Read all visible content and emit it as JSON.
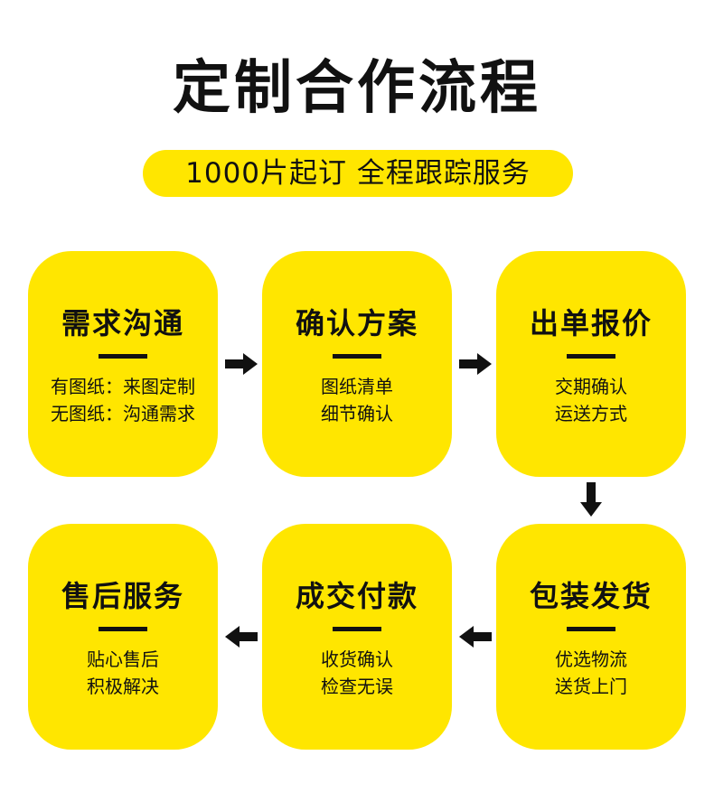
{
  "title": "定制合作流程",
  "subtitle": "1000片起订  全程跟踪服务",
  "colors": {
    "accent": "#ffe600",
    "text": "#111111"
  },
  "steps": [
    {
      "title": "需求沟通",
      "lines": [
        "有图纸：来图定制",
        "无图纸：沟通需求"
      ]
    },
    {
      "title": "确认方案",
      "lines": [
        "图纸清单",
        "细节确认"
      ]
    },
    {
      "title": "出单报价",
      "lines": [
        "交期确认",
        "运送方式"
      ]
    },
    {
      "title": "包装发货",
      "lines": [
        "优选物流",
        "送货上门"
      ]
    },
    {
      "title": "成交付款",
      "lines": [
        "收货确认",
        "检查无误"
      ]
    },
    {
      "title": "售后服务",
      "lines": [
        "贴心售后",
        "积极解决"
      ]
    }
  ],
  "arrows": [
    {
      "direction": "right",
      "icon": "arrow-right-icon"
    },
    {
      "direction": "right",
      "icon": "arrow-right-icon"
    },
    {
      "direction": "down",
      "icon": "arrow-down-icon"
    },
    {
      "direction": "left",
      "icon": "arrow-left-icon"
    },
    {
      "direction": "left",
      "icon": "arrow-left-icon"
    }
  ]
}
